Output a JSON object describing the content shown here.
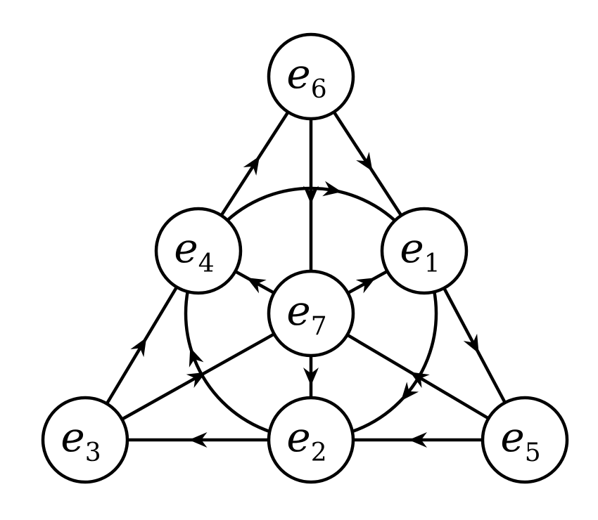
{
  "nodes": [
    {
      "id": "e6",
      "letter": "e",
      "sub": "6"
    },
    {
      "id": "e4",
      "letter": "e",
      "sub": "4"
    },
    {
      "id": "e1",
      "letter": "e",
      "sub": "1"
    },
    {
      "id": "e7",
      "letter": "e",
      "sub": "7"
    },
    {
      "id": "e3",
      "letter": "e",
      "sub": "3"
    },
    {
      "id": "e2",
      "letter": "e",
      "sub": "2"
    },
    {
      "id": "e5",
      "letter": "e",
      "sub": "5"
    }
  ],
  "edges": [
    {
      "from": "e4",
      "to": "e6"
    },
    {
      "from": "e6",
      "to": "e1"
    },
    {
      "from": "e6",
      "to": "e7"
    },
    {
      "from": "e1",
      "to": "e5"
    },
    {
      "from": "e3",
      "to": "e4"
    },
    {
      "from": "e5",
      "to": "e2"
    },
    {
      "from": "e2",
      "to": "e3"
    },
    {
      "from": "e7",
      "to": "e4"
    },
    {
      "from": "e7",
      "to": "e1"
    },
    {
      "from": "e7",
      "to": "e2"
    },
    {
      "from": "e3",
      "to": "e7"
    },
    {
      "from": "e5",
      "to": "e7"
    }
  ],
  "circle_arrows": [
    "e4-to-e1",
    "e1-to-e2",
    "e2-to-e4"
  ],
  "colors": {
    "stroke": "#000000",
    "fill": "#ffffff"
  }
}
